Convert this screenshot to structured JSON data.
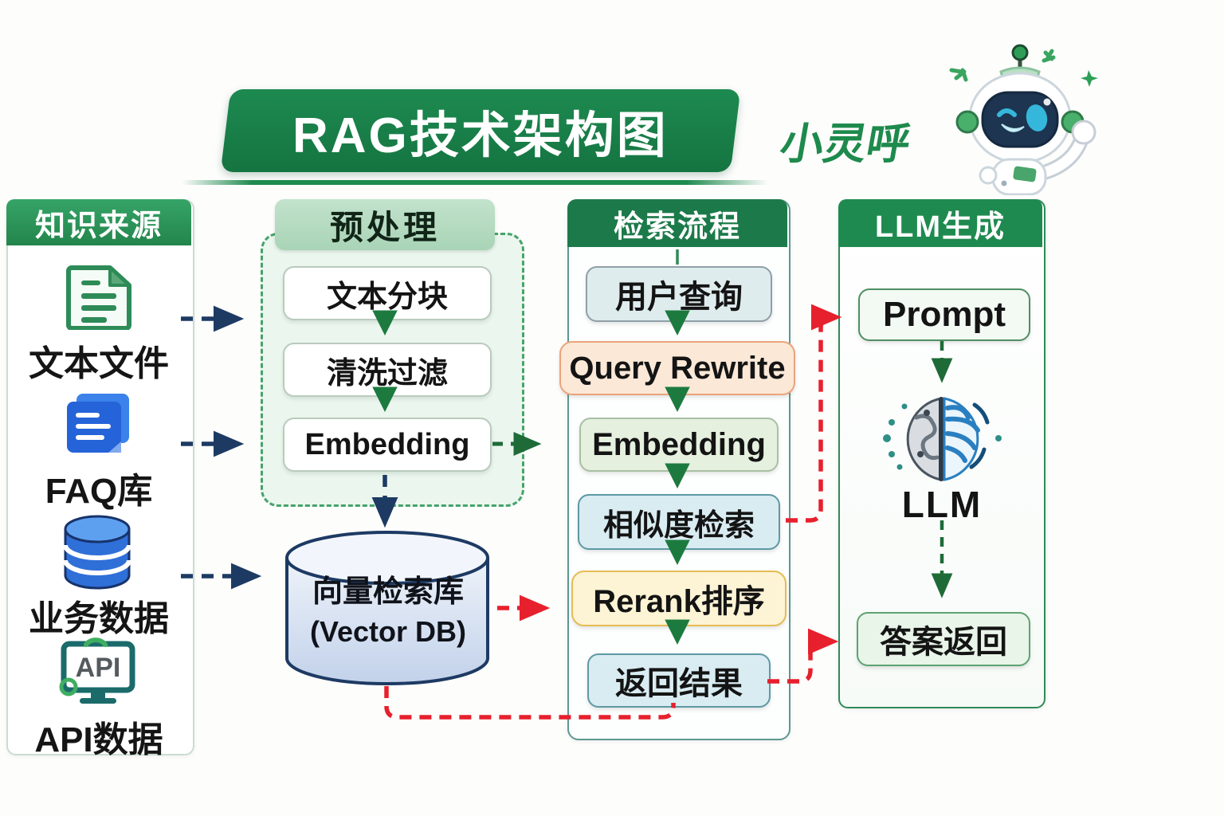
{
  "banner": {
    "title": "RAG技术架构图"
  },
  "brand": {
    "name": "小灵呼"
  },
  "sources": {
    "header": "知识来源",
    "items": [
      {
        "label": "文本文件",
        "icon": "text-file-icon"
      },
      {
        "label": "FAQ库",
        "icon": "faq-docs-icon"
      },
      {
        "label": "业务数据",
        "icon": "database-icon"
      },
      {
        "label": "API数据",
        "icon": "api-monitor-icon",
        "icon_text": "API"
      }
    ]
  },
  "preprocess": {
    "header": "预处理",
    "steps": [
      {
        "label": "文本分块"
      },
      {
        "label": "清洗过滤"
      },
      {
        "label": "Embedding"
      }
    ]
  },
  "vector_db": {
    "name": "向量检索库",
    "subtitle": "(Vector DB)"
  },
  "retrieval": {
    "header": "检索流程",
    "steps": [
      {
        "label": "用户查询"
      },
      {
        "label": "Query Rewrite"
      },
      {
        "label": "Embedding"
      },
      {
        "label": "相似度检索"
      },
      {
        "label": "Rerank排序"
      },
      {
        "label": "返回结果"
      }
    ]
  },
  "llm": {
    "header": "LLM生成",
    "prompt_label": "Prompt",
    "model_label": "LLM",
    "answer_label": "答案返回"
  },
  "colors": {
    "banner_green": "#17804a",
    "header_green": "#1f8a4f",
    "red_arrow": "#e7202d",
    "navy_arrow": "#1d3a63",
    "green_arrow": "#1e7a3f"
  }
}
